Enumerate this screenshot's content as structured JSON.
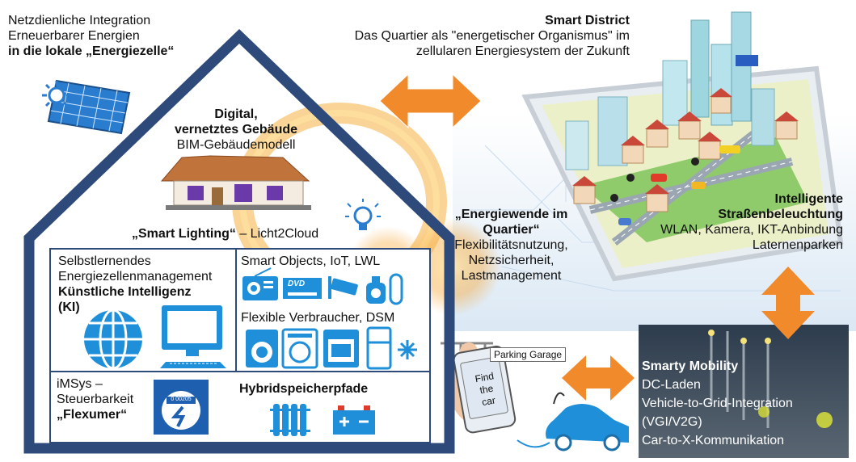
{
  "topleft": {
    "line1": "Netzdienliche Integration",
    "line2": "Erneuerbarer Energien",
    "line3": "in die lokale „Energiezelle“"
  },
  "district": {
    "title": "Smart District",
    "line1": "Das Quartier als \"energetischer Organismus\" im",
    "line2": "zellularen Energiesystem der Zukunft"
  },
  "building": {
    "title1": "Digital,",
    "title2": "vernetztes Gebäude",
    "sub": "BIM-Gebäudemodell"
  },
  "lighting": {
    "bold": "„Smart Lighting“",
    "rest": " – Licht2Cloud"
  },
  "ki": {
    "line1": "Selbstlernendes",
    "line2": "Energiezellenmanagement",
    "line3": "Künstliche Intelligenz",
    "line4": "(KI)"
  },
  "smart_objects": {
    "label": "Smart Objects, IoT, LWL",
    "dvd": "DVD"
  },
  "flex": {
    "label": "Flexible Verbraucher, DSM"
  },
  "imsys": {
    "line1": "iMSys –",
    "line2": "Steuerbarkeit",
    "line3": "„Flexumer“",
    "meter": "0 00205"
  },
  "hybrid": {
    "label": "Hybridspeicherpfade"
  },
  "quartier": {
    "title1": "„Energiewende im",
    "title2": "Quartier“",
    "line1": "Flexibilitätsnutzung,",
    "line2": "Netzsicherheit,",
    "line3": "Lastmanagement"
  },
  "street": {
    "title1": "Intelligente",
    "title2": "Straßenbeleuchtung",
    "line1": "WLAN, Kamera, IKT-Anbindung",
    "line2": "Laternenparken"
  },
  "parking": {
    "sign": "Parking Garage",
    "phone1": "Find",
    "phone2": "the",
    "phone3": "car"
  },
  "mobility": {
    "title": "Smarty Mobility",
    "line1": "DC-Laden",
    "line2": "Vehicle-to-Grid-Integration",
    "line3": "(VGI/V2G)",
    "line4": "Car-to-X-Kommunikation"
  },
  "colors": {
    "house_frame": "#2e4a7a",
    "accent_blue": "#2a7ccf",
    "arrow_orange": "#f08a2a",
    "mobility_bg": "#3a4a5a"
  }
}
